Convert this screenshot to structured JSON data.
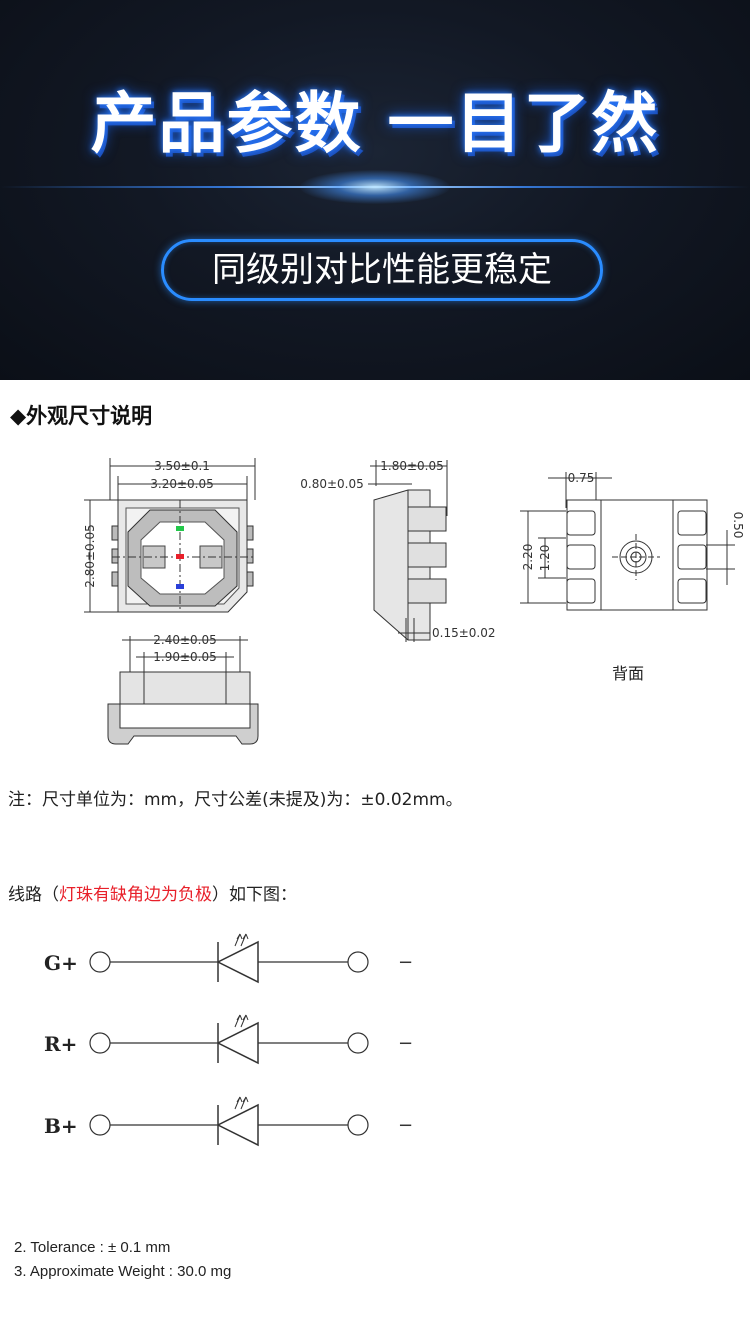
{
  "banner": {
    "title": "产品参数 一目了然",
    "subtitle": "同级别对比性能更稳定"
  },
  "section_title": "◆外观尺寸说明",
  "dimensions": {
    "top_view": {
      "width_outer": "3.50±0.1",
      "width_inner": "3.20±0.05",
      "height": "2.80±0.05"
    },
    "side_view": {
      "depth": "1.80±0.05",
      "offset": "0.80±0.05",
      "lead": "0.15±0.02"
    },
    "bottom_view": {
      "width_outer": "2.40±0.05",
      "width_inner": "1.90±0.05"
    },
    "back_view": {
      "pad_width": "0.75",
      "pad_pitch": "0.50",
      "height_outer": "2.20",
      "height_inner": "1.20"
    },
    "back_label": "背面"
  },
  "dots": {
    "green": "#22c84a",
    "red": "#e8202a",
    "blue": "#2a3fd8"
  },
  "note": "注：尺寸单位为：mm，尺寸公差(未提及)为：±0.02mm。",
  "circuit": {
    "prefix": "线路（",
    "highlight": "灯珠有缺角边为负极",
    "suffix": "）如下图：",
    "rows": [
      {
        "label": "G+",
        "minus": "−"
      },
      {
        "label": "R+",
        "minus": "−"
      },
      {
        "label": "B+",
        "minus": "−"
      }
    ]
  },
  "specs": [
    "2. Tolerance : ± 0.1 mm",
    "3. Approximate Weight : 30.0 mg"
  ]
}
